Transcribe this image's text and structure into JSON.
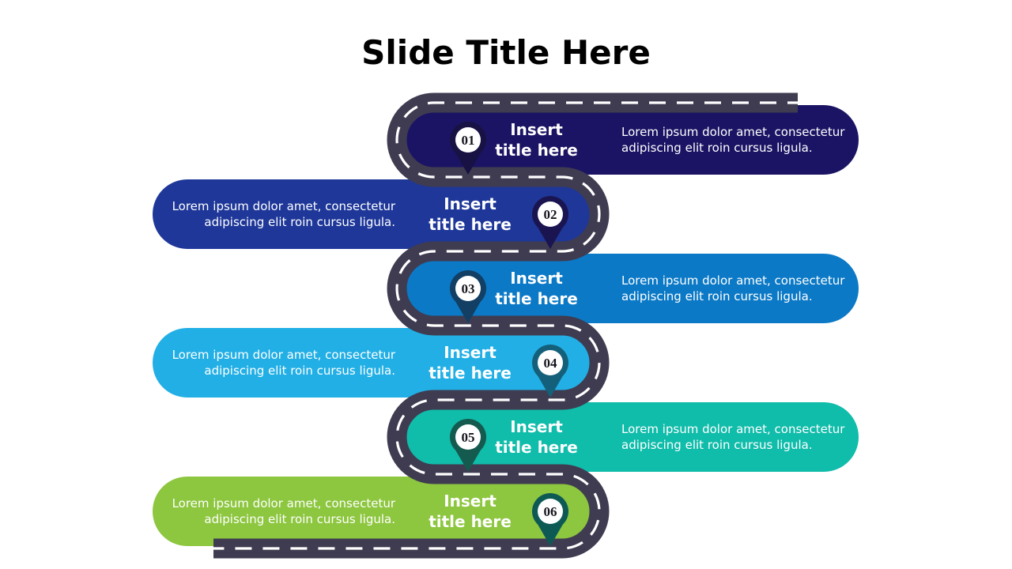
{
  "slide": {
    "title": "Slide Title Here",
    "background_color": "#ffffff",
    "title_color": "#000000"
  },
  "road": {
    "color": "#3f3c51",
    "dash_color": "#ffffff"
  },
  "pin_number_color": "#15151e",
  "body_text_color": "#ffffff",
  "rows": [
    {
      "number": "01",
      "side": "right",
      "bar_color": "#1b1464",
      "pin_color": "#171243",
      "title_line1": "Insert",
      "title_line2": "title here",
      "desc_line1": "Lorem ipsum dolor amet, consectetur",
      "desc_line2": "adipiscing elit roin cursus ligula."
    },
    {
      "number": "02",
      "side": "left",
      "bar_color": "#1e3799",
      "pin_color": "#1a1550",
      "title_line1": "Insert",
      "title_line2": "title here",
      "desc_line1": "Lorem ipsum dolor amet, consectetur",
      "desc_line2": "adipiscing elit roin cursus ligula."
    },
    {
      "number": "03",
      "side": "right",
      "bar_color": "#0b79c6",
      "pin_color": "#123f63",
      "title_line1": "Insert",
      "title_line2": "title here",
      "desc_line1": "Lorem ipsum dolor amet, consectetur",
      "desc_line2": "adipiscing elit roin cursus ligula."
    },
    {
      "number": "04",
      "side": "left",
      "bar_color": "#22afe5",
      "pin_color": "#14607a",
      "title_line1": "Insert",
      "title_line2": "title here",
      "desc_line1": "Lorem ipsum dolor amet, consectetur",
      "desc_line2": "adipiscing elit roin cursus ligula."
    },
    {
      "number": "05",
      "side": "right",
      "bar_color": "#10bcaa",
      "pin_color": "#155a4e",
      "title_line1": "Insert",
      "title_line2": "title here",
      "desc_line1": "Lorem ipsum dolor amet, consectetur",
      "desc_line2": "adipiscing elit roin cursus ligula."
    },
    {
      "number": "06",
      "side": "left",
      "bar_color": "#8dc63f",
      "pin_color": "#0d5a54",
      "title_line1": "Insert",
      "title_line2": "title here",
      "desc_line1": "Lorem ipsum dolor amet, consectetur",
      "desc_line2": "adipiscing elit roin cursus ligula."
    }
  ]
}
